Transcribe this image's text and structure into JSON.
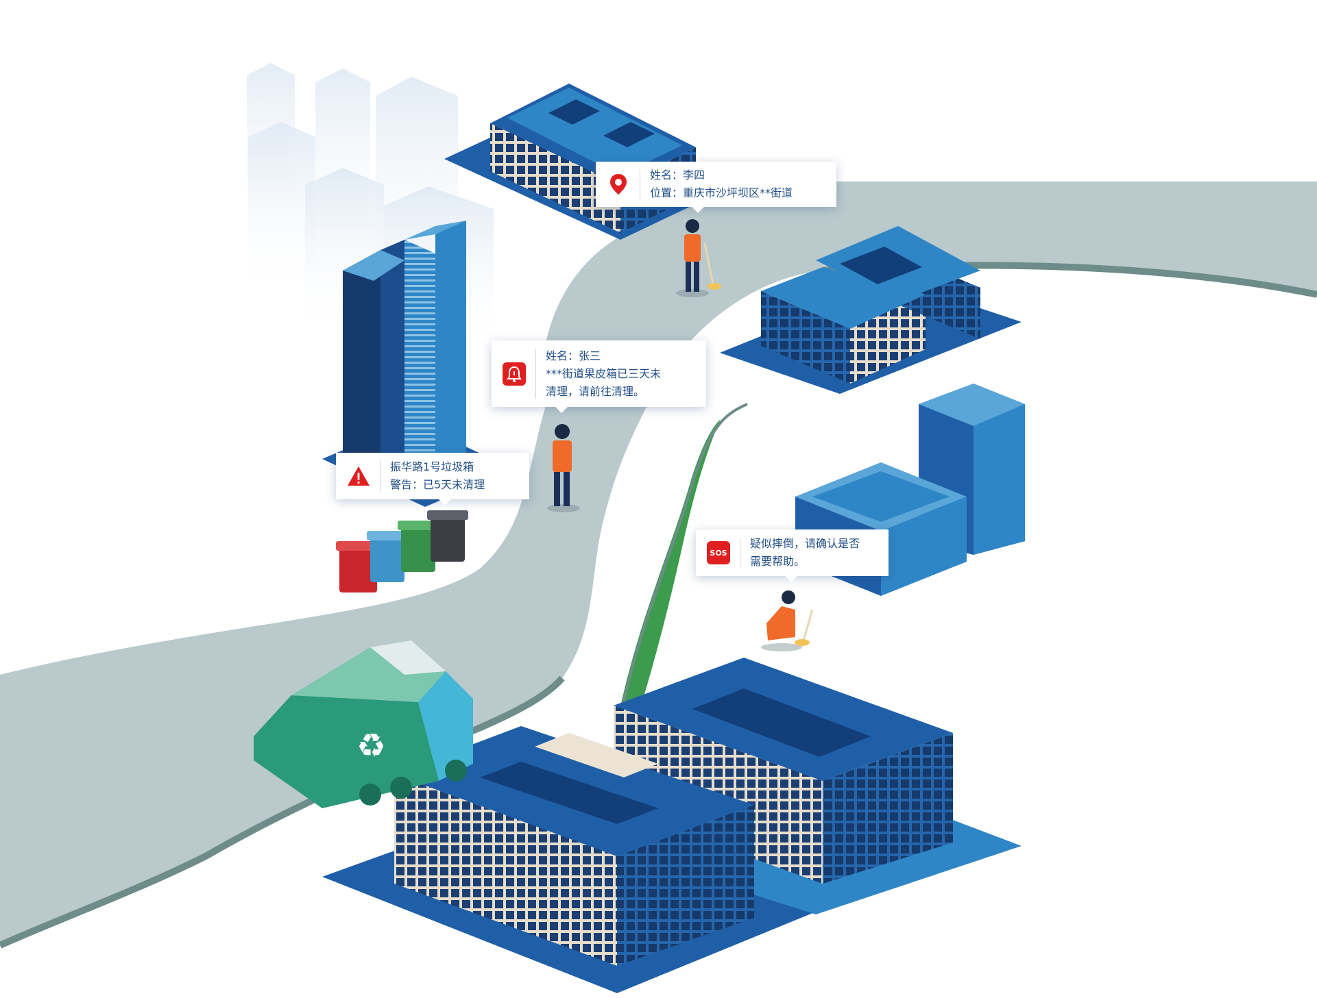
{
  "colors": {
    "road": "#b9c9cc",
    "road_edge": "#6d8c8a",
    "building_blue": "#1f5fa8",
    "building_light": "#2f86c6",
    "wall_cream": "#ece3d4",
    "green_path": "#3c9b4c",
    "alert_red": "#e02020",
    "text_blue": "#1f4c86"
  },
  "tooltips": {
    "lisi": {
      "icon": "location-pin-icon",
      "line1": "姓名：李四",
      "line2": "位置：重庆市沙坪坝区**街道"
    },
    "zhangsan": {
      "icon": "bell-alert-icon",
      "line1": "姓名：张三",
      "line2": "***街道果皮箱已三天未",
      "line3": "清理，请前往清理。"
    },
    "trashbin": {
      "icon": "warning-triangle-icon",
      "line1": "振华路1号垃圾箱",
      "line2": "警告：已5天未清理"
    },
    "sos": {
      "icon": "sos-icon",
      "badge": "SOS",
      "line1": "疑似摔倒，请确认是否",
      "line2": "需要帮助。"
    }
  }
}
